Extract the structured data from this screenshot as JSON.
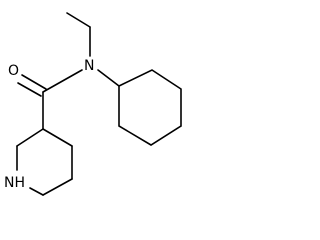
{
  "molecule": {
    "atoms": {
      "oxygen": "O",
      "amide_nitrogen": "N",
      "ring_nitrogen": "NH"
    }
  },
  "colors": {
    "background": "#ffffff",
    "bond": "#000000",
    "label": "#000000"
  }
}
